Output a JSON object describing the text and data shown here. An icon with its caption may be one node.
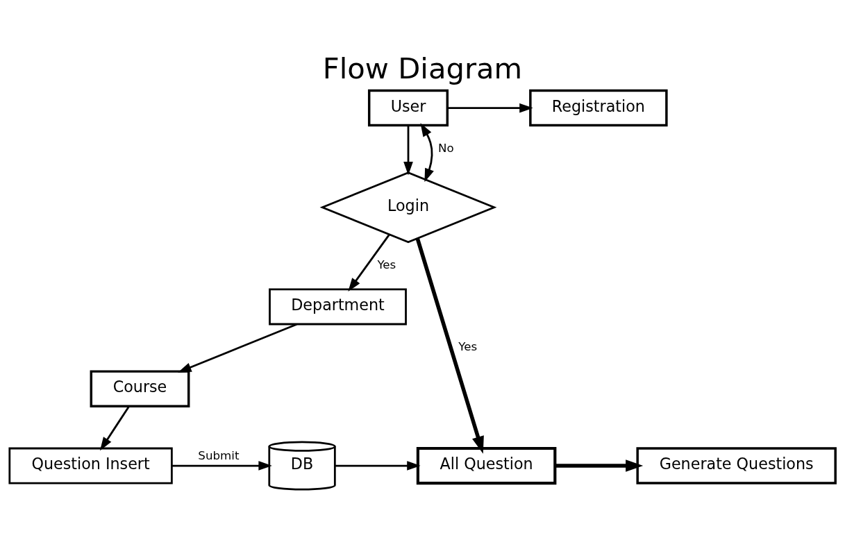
{
  "diagram": {
    "title": "Flow Diagram",
    "nodes": [
      {
        "text": [
          "User"
        ]
      },
      {
        "text": [
          "Registration"
        ]
      },
      {
        "text": [
          "Login"
        ]
      },
      {
        "text": [
          "Department"
        ]
      },
      {
        "text": [
          "Course"
        ]
      },
      {
        "text": [
          "Question Insert"
        ]
      },
      {
        "text": [
          "DB"
        ]
      },
      {
        "text": [
          "All Question"
        ]
      },
      {
        "text": [
          "Generate Questions"
        ]
      }
    ],
    "edges": [
      {
        "from": 0,
        "to": 1,
        "arrow": "to"
      },
      {
        "from": 0,
        "to": 2,
        "arrow": "to"
      },
      {
        "from": 2,
        "to": 0,
        "arrow": "both",
        "label": "No"
      },
      {
        "from": 2,
        "to": 3,
        "arrow": "to",
        "label": "Yes"
      },
      {
        "from": 2,
        "to": 7,
        "arrow": "to",
        "label": "Yes",
        "style": "thick"
      },
      {
        "from": 3,
        "to": 4,
        "arrow": "to"
      },
      {
        "from": 4,
        "to": 5,
        "arrow": "to"
      },
      {
        "from": 5,
        "to": 6,
        "arrow": "to",
        "label": "Submit"
      },
      {
        "from": 6,
        "to": 7,
        "arrow": "to"
      },
      {
        "from": 7,
        "to": 8,
        "arrow": "to",
        "style": "thick"
      }
    ]
  }
}
